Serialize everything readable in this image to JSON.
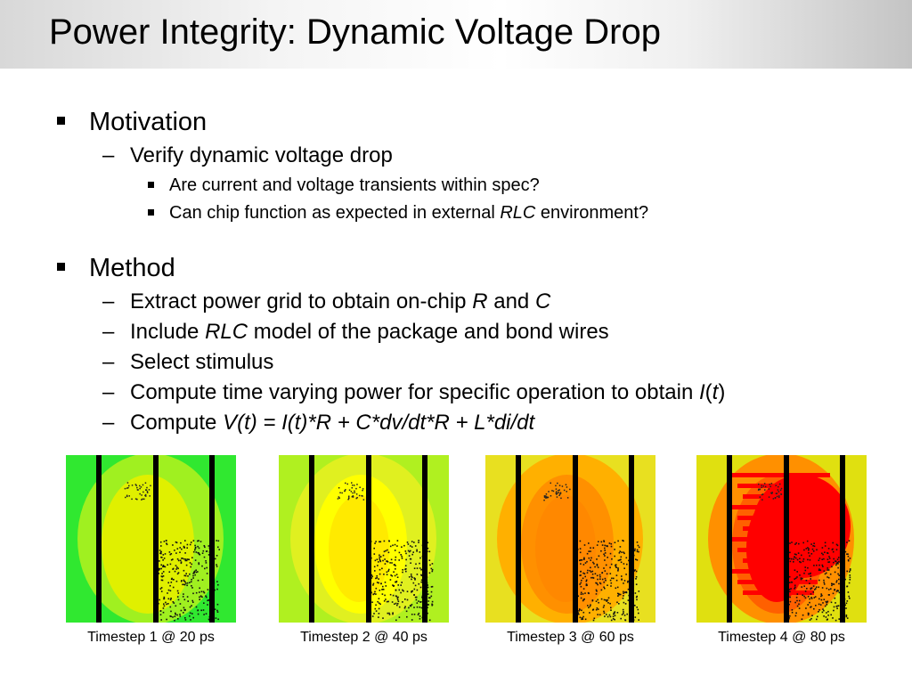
{
  "slide": {
    "title": "Power Integrity: Dynamic Voltage Drop",
    "sections": [
      {
        "heading": "Motivation",
        "items": [
          {
            "text": "Verify dynamic voltage drop",
            "subitems": [
              "Are current and voltage transients within spec?",
              {
                "pre": "Can chip function as expected in external ",
                "em": "RLC",
                "post": " environment?"
              }
            ]
          }
        ]
      },
      {
        "heading": "Method",
        "items": [
          {
            "pre": "Extract power grid to obtain on-chip ",
            "em1": "R",
            "mid": " and ",
            "em2": "C"
          },
          {
            "pre": "Include ",
            "em": "RLC",
            "post": " model of the package and bond wires"
          },
          {
            "text": "Select stimulus"
          },
          {
            "pre": "Compute time varying power for specific operation to obtain ",
            "em1": "I",
            "mid": "(",
            "em2": "t",
            "post": ")"
          },
          {
            "pre": "Compute ",
            "em": "V(t) = I(t)*R + C*dv/dt*R + L*di/dt"
          }
        ]
      }
    ],
    "figures": [
      {
        "caption": "Timestep 1 @ 20 ps",
        "colors": {
          "bg": "#a0f020",
          "edge": "#30e830",
          "hot": "#e0f000",
          "core": "#ffff20"
        }
      },
      {
        "caption": "Timestep 2 @ 40 ps",
        "colors": {
          "bg": "#e0f020",
          "edge": "#b0f020",
          "hot": "#ffff00",
          "core": "#ffea00"
        }
      },
      {
        "caption": "Timestep 3 @ 60 ps",
        "colors": {
          "bg": "#ffb000",
          "edge": "#e8e020",
          "hot": "#ff9000",
          "core": "#ff8800"
        }
      },
      {
        "caption": "Timestep 4 @ 80 ps",
        "colors": {
          "bg": "#ff9000",
          "edge": "#e0e010",
          "hot": "#ff6000",
          "core": "#ff0000"
        }
      }
    ]
  }
}
